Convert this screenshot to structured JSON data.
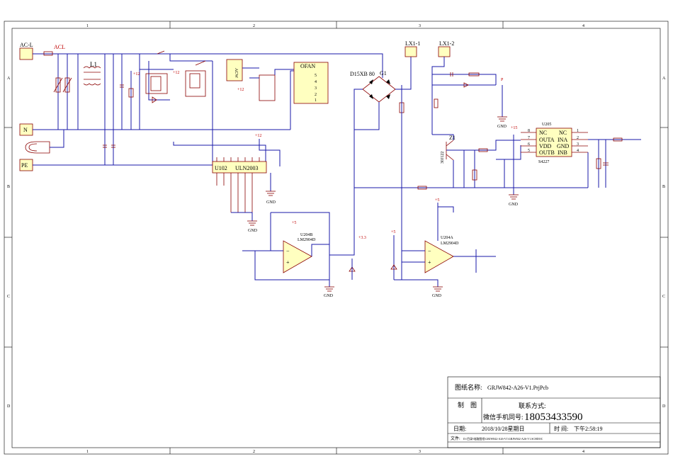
{
  "frame": {
    "columns": [
      "1",
      "2",
      "3",
      "4"
    ],
    "rows": [
      "A",
      "B",
      "C",
      "D"
    ]
  },
  "connectors": {
    "acl_box": "AC-L",
    "n_box": "N",
    "pe_box": "PE",
    "lx1_1": "LX1-1",
    "lx1_2": "LX1-2"
  },
  "labels": {
    "acl": "ACL",
    "l1": "L1",
    "relay_ac": "AC\nAC",
    "ofan": "OFAN",
    "bridge": "D15XB 80",
    "g1": "G1",
    "z1": "Z1",
    "z1_part": "30J122",
    "u205": "U205",
    "u205_part": "S4227",
    "u102": "U102",
    "uln": "ULN2003",
    "u204b": "U204B",
    "u204b_part": "LM2904D",
    "u204a": "U204A",
    "u204a_part": "LM2904D",
    "plus12_a": "+12",
    "plus12_b": "+12",
    "plus12_c": "+12",
    "plus12_d": "+12",
    "plus15": "+15",
    "plus5_a": "+5",
    "plus5_b": "+5",
    "plus5_c": "+5",
    "plus33": "+3.3",
    "p_label": "P",
    "gnd": "GND"
  },
  "ofan_pins": [
    "5",
    "4",
    "3",
    "2",
    "1"
  ],
  "u205_left": [
    {
      "num": "8",
      "name": "NC"
    },
    {
      "num": "7",
      "name": "OUTA"
    },
    {
      "num": "6",
      "name": "VDD"
    },
    {
      "num": "5",
      "name": "OUTB"
    }
  ],
  "u205_right": [
    {
      "num": "1",
      "name": "NC"
    },
    {
      "num": "2",
      "name": "INA"
    },
    {
      "num": "3",
      "name": "GND"
    },
    {
      "num": "4",
      "name": "INB"
    }
  ],
  "title_block": {
    "drawing_name_label": "图纸名称:",
    "drawing_name": "GRJW842-A26-V1.PrjPcb",
    "made_by_label": "制　图",
    "contact_label": "联系方式:",
    "wechat_label": "微信手机同号:",
    "phone": "18053433590",
    "date_label": "日期:",
    "date": "2018/10/28星期日",
    "time_label": "时  间:",
    "time": "下午2:58:19",
    "file_label": "文件:",
    "file": "D:\\目录\\电路图纸\\GRJW842-A26-V1\\GRJW842-A26-V1.SCHDOC"
  }
}
